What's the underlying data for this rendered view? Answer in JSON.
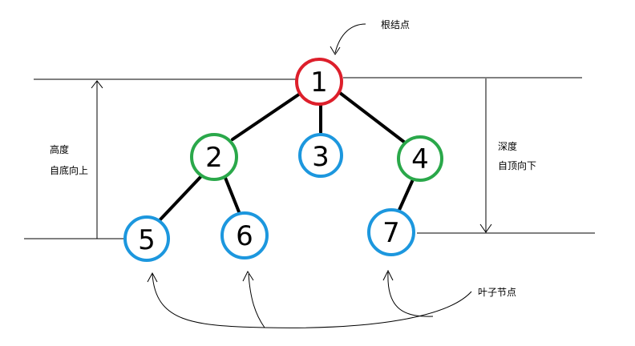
{
  "labels": {
    "root": "根结点",
    "height_title": "高度",
    "height_desc": "自底向上",
    "depth_title": "深度",
    "depth_desc": "自顶向下",
    "leaf": "叶子节点"
  },
  "colors": {
    "root": "#dd1f2b",
    "internal": "#2aa84a",
    "leaf": "#1c97de",
    "line": "#000000"
  },
  "tree": {
    "nodes": [
      {
        "id": "1",
        "label": "1",
        "kind": "root"
      },
      {
        "id": "2",
        "label": "2",
        "kind": "internal"
      },
      {
        "id": "3",
        "label": "3",
        "kind": "leaf"
      },
      {
        "id": "4",
        "label": "4",
        "kind": "internal"
      },
      {
        "id": "5",
        "label": "5",
        "kind": "leaf"
      },
      {
        "id": "6",
        "label": "6",
        "kind": "leaf"
      },
      {
        "id": "7",
        "label": "7",
        "kind": "leaf"
      }
    ],
    "edges": [
      [
        "1",
        "2"
      ],
      [
        "1",
        "3"
      ],
      [
        "1",
        "4"
      ],
      [
        "2",
        "5"
      ],
      [
        "2",
        "6"
      ],
      [
        "4",
        "7"
      ]
    ]
  }
}
